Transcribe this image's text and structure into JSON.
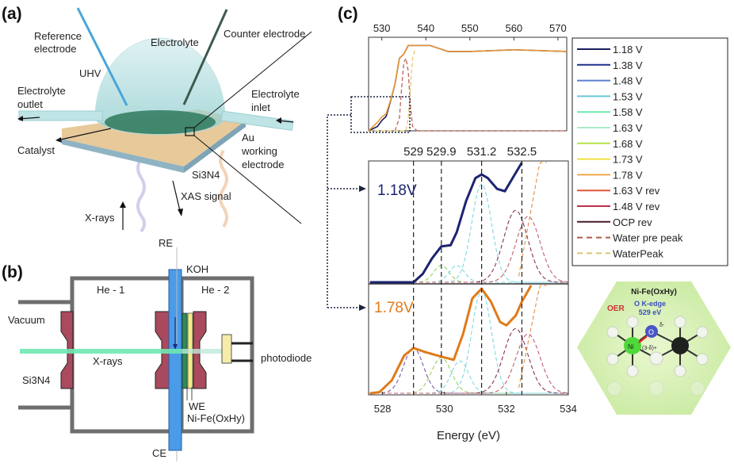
{
  "panel_a": {
    "label": "(a)",
    "reference_electrode": [
      "Reference",
      "electrode"
    ],
    "electrolyte": "Electrolyte",
    "counter_electrode": "Counter electrode",
    "uhv": "UHV",
    "electrolyte_outlet": [
      "Electrolyte",
      "outlet"
    ],
    "electrolyte_inlet": [
      "Electrolyte",
      "inlet"
    ],
    "catalyst": "Catalyst",
    "au_working_electrode": [
      "Au",
      "working",
      "electrode"
    ],
    "si3n4": "Si3N4",
    "xas_signal": "XAS signal",
    "x_rays": "X-rays"
  },
  "panel_b": {
    "label": "(b)",
    "re": "RE",
    "koh": "KOH",
    "he1": "He - 1",
    "he2": "He - 2",
    "vacuum": "Vacuum",
    "x_rays": "X-rays",
    "si3n4": "Si3N4",
    "photodiode": "photodiode",
    "we": "WE",
    "nife": "Ni-Fe(OxHy)"
  },
  "panel_c": {
    "label": "(c)",
    "inset": {
      "title": "Ni-Fe(OxHy)",
      "oer": "OER",
      "edge": [
        "O K-edge",
        "529 eV"
      ],
      "o": "O",
      "delta_minus": "δ-",
      "ni": "Ni",
      "charge": "(3-δ)+"
    }
  },
  "chart_data": [
    {
      "type": "line",
      "title": "",
      "xlabel": "",
      "ylabel": "",
      "xlim": [
        527,
        572
      ],
      "xticks": [
        "530",
        "540",
        "550",
        "560",
        "570"
      ],
      "xtick_position": "top",
      "ylim": [
        0,
        1.05
      ],
      "series": [
        {
          "name": "1.18 V",
          "color": "#1a1f5e",
          "x": [
            527,
            529,
            530,
            531,
            532,
            533,
            534,
            535,
            536,
            538,
            541,
            545,
            550,
            560,
            572
          ],
          "y": [
            0,
            0.05,
            0.12,
            0.17,
            0.35,
            0.55,
            0.85,
            0.9,
            1.0,
            1.0,
            1.0,
            0.93,
            0.93,
            0.95,
            0.93
          ]
        },
        {
          "name": "1.78 V",
          "color": "#e8962f",
          "x": [
            527,
            529,
            530,
            531,
            532,
            533,
            534,
            535,
            536,
            538,
            541,
            545,
            550,
            560,
            572
          ],
          "y": [
            0,
            0.1,
            0.16,
            0.2,
            0.36,
            0.55,
            0.85,
            0.9,
            1.0,
            1.0,
            1.0,
            0.93,
            0.93,
            0.95,
            0.93
          ]
        }
      ],
      "dashed": [
        {
          "name": "Water pre peak",
          "color": "#c0625a",
          "x": [
            533,
            534,
            534.5,
            535,
            535.5,
            536,
            536.5,
            537,
            538,
            572
          ],
          "y": [
            0,
            0.15,
            0.5,
            0.8,
            0.85,
            0.7,
            0.3,
            0.05,
            0,
            0
          ]
        },
        {
          "name": "WaterPeak",
          "color": "#e6c86a",
          "x": [
            527,
            535.5,
            536,
            536.5,
            537,
            537.5
          ],
          "y": [
            0,
            0,
            0.15,
            0.5,
            0.85,
            0.95
          ]
        }
      ],
      "legend": {
        "position": "right",
        "entries": [
          {
            "label": "1.18 V",
            "color": "#1a1f5e",
            "style": "solid"
          },
          {
            "label": "1.38 V",
            "color": "#1f2f8a",
            "style": "solid"
          },
          {
            "label": "1.48 V",
            "color": "#5b7fd0",
            "style": "solid"
          },
          {
            "label": "1.53 V",
            "color": "#6cc8d8",
            "style": "solid"
          },
          {
            "label": "1.58 V",
            "color": "#6ee6b0",
            "style": "solid"
          },
          {
            "label": "1.63 V",
            "color": "#a8ecc8",
            "style": "solid"
          },
          {
            "label": "1.68 V",
            "color": "#b4e34a",
            "style": "solid"
          },
          {
            "label": "1.73 V",
            "color": "#f0e040",
            "style": "solid"
          },
          {
            "label": "1.78 V",
            "color": "#f0a850",
            "style": "solid"
          },
          {
            "label": "1.63 V rev",
            "color": "#e0563a",
            "style": "solid"
          },
          {
            "label": "1.48 V rev",
            "color": "#c0304a",
            "style": "solid"
          },
          {
            "label": "OCP rev",
            "color": "#4a1a2a",
            "style": "solid"
          },
          {
            "label": "Water pre peak",
            "color": "#b05a4a",
            "style": "dashed"
          },
          {
            "label": "WaterPeak",
            "color": "#d8c870",
            "style": "dashed"
          }
        ]
      }
    },
    {
      "type": "line",
      "title": "",
      "xlabel": "Energy (eV)",
      "ylabel": "",
      "xlim": [
        527.55,
        534
      ],
      "xticks": [
        "528",
        "530",
        "532",
        "534"
      ],
      "peak_lines": [
        529,
        529.9,
        531.2,
        532.5
      ],
      "peak_labels": [
        "529",
        "529.9",
        "531.2",
        "532.5"
      ],
      "panels": [
        {
          "label": "1.18V",
          "color": "#1c2470",
          "x": [
            527.6,
            528.5,
            529,
            529.3,
            529.6,
            529.9,
            530.2,
            530.4,
            530.7,
            531.0,
            531.2,
            531.4,
            531.7,
            531.95,
            532.2,
            532.5
          ],
          "y": [
            0,
            0,
            0,
            0.07,
            0.2,
            0.3,
            0.31,
            0.42,
            0.68,
            0.87,
            0.9,
            0.87,
            0.78,
            0.76,
            0.87,
            1.0
          ],
          "components": [
            {
              "center": 529.9,
              "amp": 0.14,
              "width": 0.35,
              "color": "#8fd06a"
            },
            {
              "center": 530.4,
              "amp": 0.14,
              "width": 0.35,
              "color": "#7fd8e0"
            },
            {
              "center": 531.2,
              "amp": 0.82,
              "width": 0.45,
              "color": "#7fd8e0"
            },
            {
              "center": 532.3,
              "amp": 0.6,
              "width": 0.55,
              "color": "#8a3050"
            },
            {
              "center": 532.7,
              "amp": 0.55,
              "width": 0.55,
              "color": "#c06070"
            }
          ]
        },
        {
          "label": "1.78V",
          "color": "#e07a1a",
          "x": [
            527.6,
            527.9,
            528.3,
            528.7,
            529,
            529.4,
            529.9,
            530.3,
            530.6,
            530.9,
            531.2,
            531.5,
            531.8,
            532.0,
            532.3,
            532.5,
            532.8
          ],
          "y": [
            0,
            0.01,
            0.12,
            0.35,
            0.42,
            0.38,
            0.34,
            0.31,
            0.55,
            0.88,
            0.97,
            0.85,
            0.66,
            0.63,
            0.72,
            0.85,
            1.0
          ],
          "components": [
            {
              "center": 529.0,
              "amp": 0.42,
              "width": 0.45,
              "color": "#7a5ab0"
            },
            {
              "center": 529.9,
              "amp": 0.33,
              "width": 0.45,
              "color": "#9ad060"
            },
            {
              "center": 530.5,
              "amp": 0.3,
              "width": 0.4,
              "color": "#7fd8e0"
            },
            {
              "center": 531.2,
              "amp": 0.95,
              "width": 0.45,
              "color": "#7fd8e0"
            },
            {
              "center": 532.3,
              "amp": 0.6,
              "width": 0.55,
              "color": "#8a3050"
            },
            {
              "center": 532.7,
              "amp": 0.55,
              "width": 0.55,
              "color": "#c06070"
            }
          ]
        }
      ]
    }
  ]
}
